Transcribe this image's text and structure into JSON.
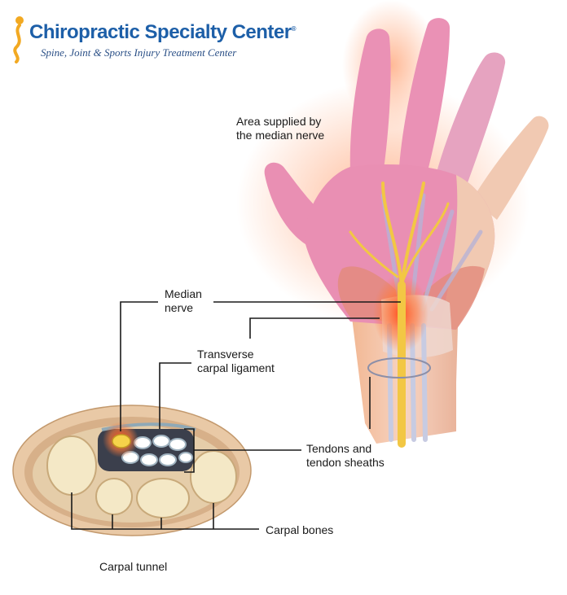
{
  "logo": {
    "name": "Chiropractic Specialty Center",
    "trademark": "®",
    "tagline": "Spine, Joint & Sports Injury Treatment Center"
  },
  "labels": {
    "median_area": "Area supplied by\nthe median nerve",
    "median_nerve": "Median\nnerve",
    "ligament": "Transverse\ncarpal ligament",
    "tendons": "Tendons and\ntendon sheaths",
    "bones": "Carpal bones",
    "tunnel": "Carpal tunnel"
  },
  "colors": {
    "skin": "#e98fb3",
    "nerve": "#f2c744",
    "inflammation": "#f35a2a",
    "bone": "#f4e8c6",
    "brand_blue": "#1d5fa8"
  }
}
